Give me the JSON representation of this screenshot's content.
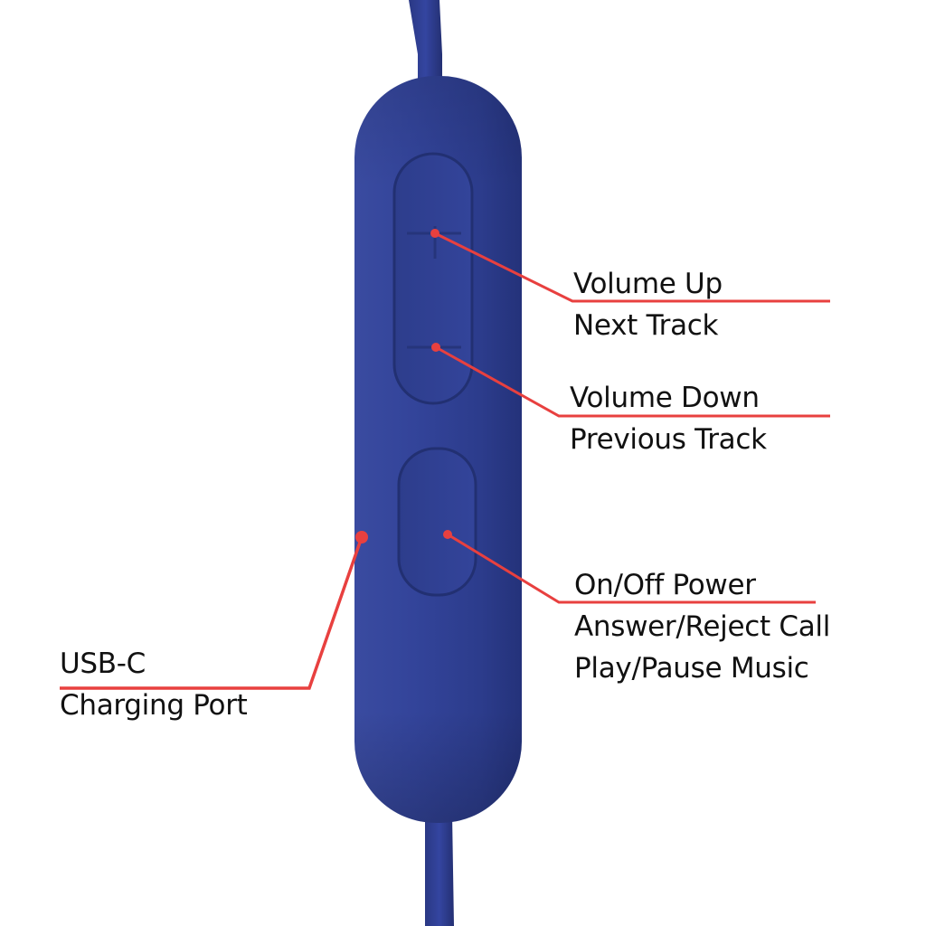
{
  "colors": {
    "remote_body": "#2f3f8f",
    "remote_dark": "#243273",
    "cable": "#2c3b86",
    "callout": "#e8403f",
    "text": "#111111"
  },
  "callouts": {
    "volume_up": {
      "line1": "Volume Up",
      "line2": "Next Track"
    },
    "volume_down": {
      "line1": "Volume Down",
      "line2": "Previous Track"
    },
    "power": {
      "line1": "On/Off Power",
      "line2": "Answer/Reject Call",
      "line3": "Play/Pause Music"
    },
    "usb": {
      "line1": "USB-C",
      "line2": "Charging Port"
    }
  }
}
